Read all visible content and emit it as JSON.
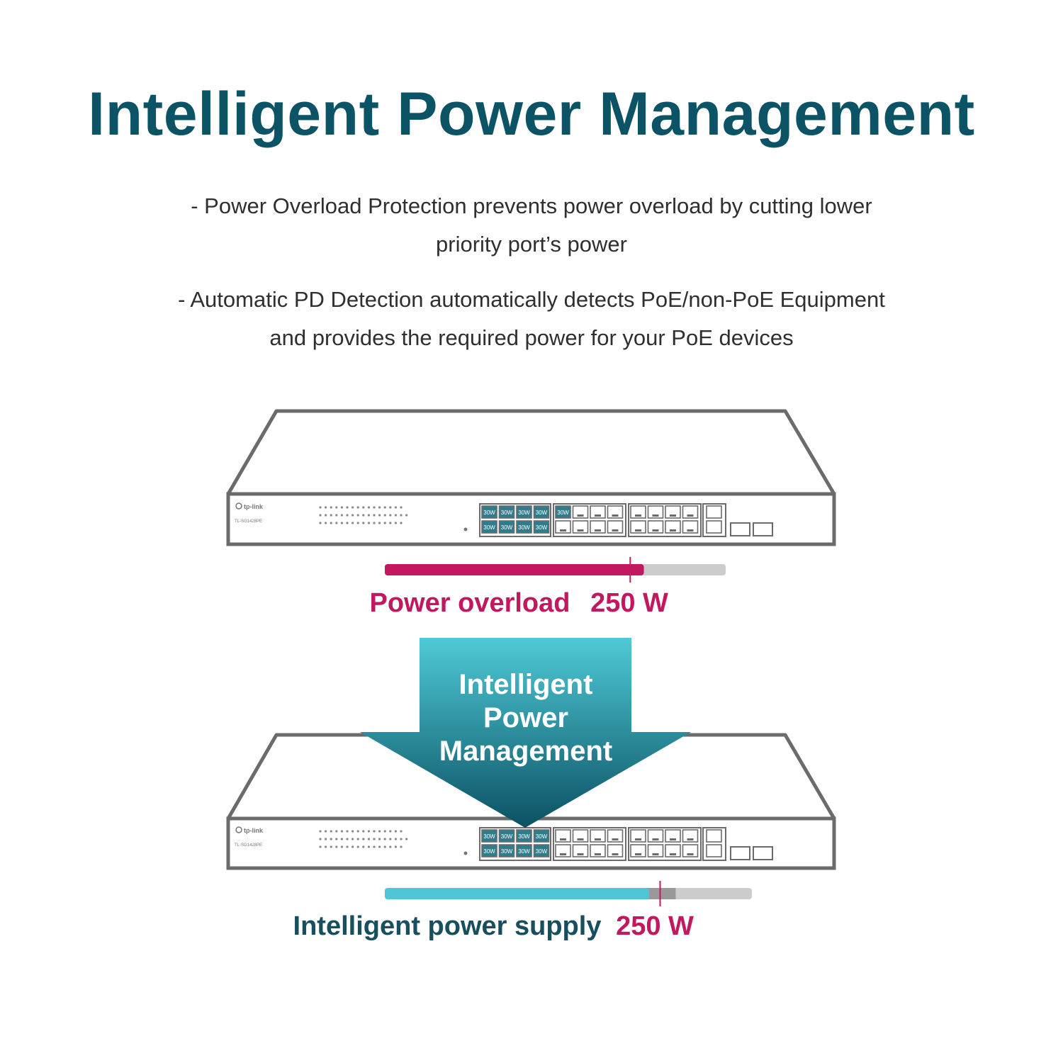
{
  "title": "Intelligent Power Management",
  "features": [
    {
      "line1": "- Power Overload Protection prevents power overload by cutting lower",
      "line2": "priority port’s power"
    },
    {
      "line1": "- Automatic PD Detection automatically detects PoE/non-PoE Equipment",
      "line2": "and provides the required power for your PoE devices"
    }
  ],
  "switch_top": {
    "brand": "tp-link",
    "model": "TL-SG1428PE",
    "powered_port_label": "30W",
    "powered_ports_count": 9,
    "meter": {
      "fill_fraction": 0.76,
      "limit_fraction": 0.72,
      "fill_color": "#c2185f",
      "label": "Power overload",
      "value": "250 W"
    }
  },
  "arrow": {
    "line1": "Intelligent",
    "line2": "Power",
    "line3": "Management",
    "color_top": "#4ecad6",
    "color_bottom": "#0b5163"
  },
  "switch_bottom": {
    "brand": "tp-link",
    "model": "TL-SG1428PE",
    "powered_port_label": "30W",
    "powered_ports_count": 8,
    "meter": {
      "fill_fraction": 0.72,
      "reserve_fraction": 0.08,
      "limit_fraction": 0.75,
      "fill_color": "#4ec6d3",
      "label": "Intelligent power supply",
      "value": "250 W"
    }
  },
  "colors": {
    "title": "#0b5365",
    "body_text": "#2f2f2f",
    "overload": "#c2185f",
    "supply_label": "#174f5f",
    "outline": "#6b6b6b",
    "port_fill": "#2e7d8c"
  }
}
